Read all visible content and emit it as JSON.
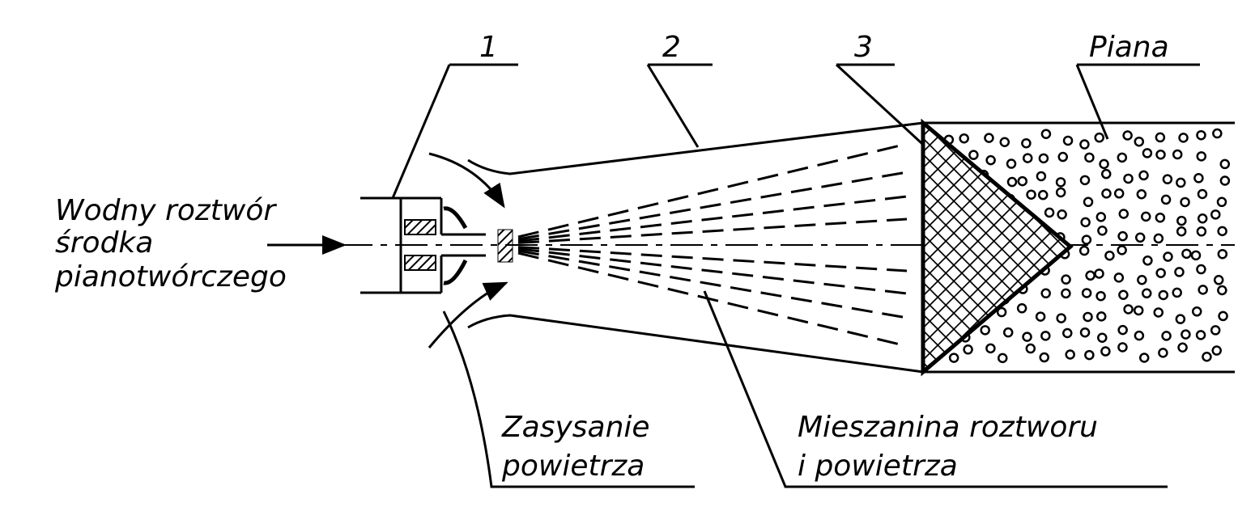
{
  "callouts": {
    "c1": "1",
    "c2": "2",
    "c3": "3",
    "foam": "Piana"
  },
  "inlet_label": {
    "line1": "Wodny roztwór",
    "line2": "środka",
    "line3": "pianotwórczego"
  },
  "air_label": {
    "line1": "Zasysanie",
    "line2": "powietrza"
  },
  "mixture_label": {
    "line1": "Mieszanina roztworu",
    "line2": "i powietrza"
  }
}
